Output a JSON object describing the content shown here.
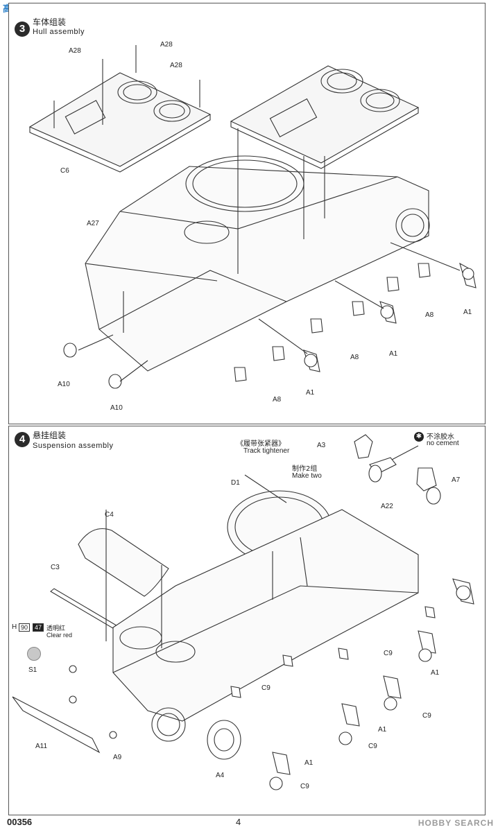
{
  "watermark": {
    "logo_text": "高手网",
    "brand_text": "HOBBY SEARCH"
  },
  "step3": {
    "number": "3",
    "title_cn": "车体组装",
    "title_en": "Hull assembly",
    "labels": {
      "a28_1": "A28",
      "a28_2": "A28",
      "a28_3": "A28",
      "c6": "C6",
      "a27": "A27",
      "a1_1": "A1",
      "a1_2": "A1",
      "a1_3": "A1",
      "a8_1": "A8",
      "a8_2": "A8",
      "a8_3": "A8",
      "a10_1": "A10",
      "a10_2": "A10"
    }
  },
  "step4": {
    "number": "4",
    "title_cn": "悬挂组装",
    "title_en": "Suspension assembly",
    "track_tightener_cn": "《履带张紧器》",
    "track_tightener_en": "Track tightener",
    "make_two_cn": "制作2组",
    "make_two_en": "Make two",
    "no_cement_cn": "不涂胶水",
    "no_cement_en": "no cement",
    "paint": {
      "prefix": "H",
      "code1": "90",
      "code2": "47",
      "name_cn": "透明红",
      "name_en": "Clear red",
      "color": "#c8c8c8"
    },
    "labels": {
      "a3": "A3",
      "a7": "A7",
      "a22": "A22",
      "d1": "D1",
      "c4": "C4",
      "c3": "C3",
      "s1": "S1",
      "c9_1": "C9",
      "c9_2": "C9",
      "c9_3": "C9",
      "c9_4": "C9",
      "c9_5": "C9",
      "a1_1": "A1",
      "a1_2": "A1",
      "a1_3": "A1",
      "a11": "A11",
      "a9": "A9",
      "a4": "A4"
    }
  },
  "footer": {
    "code": "00356",
    "page": "4"
  }
}
